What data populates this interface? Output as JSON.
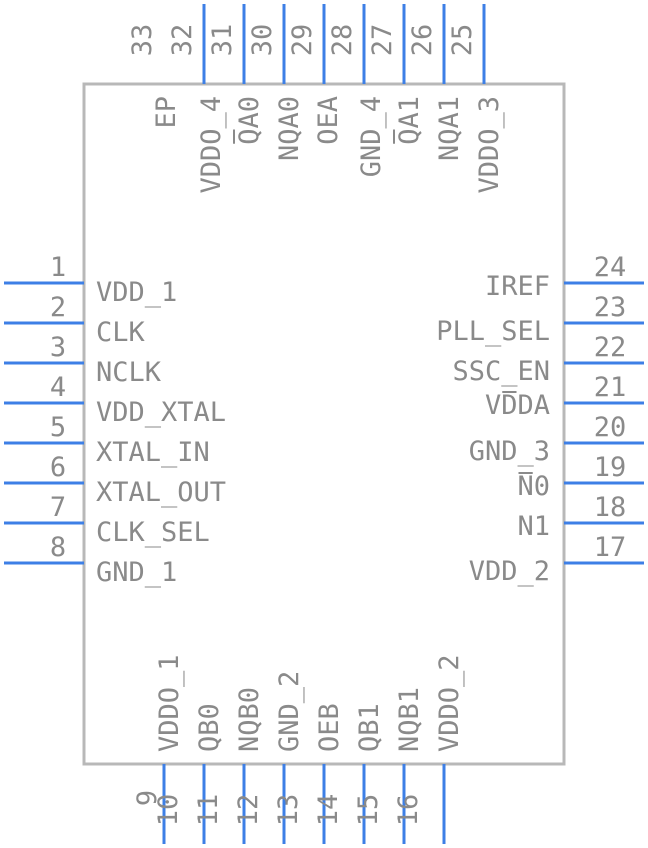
{
  "colors": {
    "pin": "#3d7fe6",
    "outline": "#b8b8b8",
    "text": "#8a8a8a"
  },
  "left_pins": [
    {
      "num": "1",
      "label": "VDD_1"
    },
    {
      "num": "2",
      "label": "CLK"
    },
    {
      "num": "3",
      "label": "NCLK"
    },
    {
      "num": "4",
      "label": "VDD_XTAL"
    },
    {
      "num": "5",
      "label": "XTAL_IN"
    },
    {
      "num": "6",
      "label": "XTAL_OUT"
    },
    {
      "num": "7",
      "label": "CLK_SEL"
    },
    {
      "num": "8",
      "label": "GND_1"
    }
  ],
  "right_pins": [
    {
      "num": "24",
      "label": "IREF"
    },
    {
      "num": "23",
      "label": "PLL_SEL"
    },
    {
      "num": "22",
      "label": "SSC_EN"
    },
    {
      "num": "21",
      "label": "VDDA"
    },
    {
      "num": "20",
      "label": "GND_3"
    },
    {
      "num": "19",
      "label": "N0"
    },
    {
      "num": "18",
      "label": "N1"
    },
    {
      "num": "17",
      "label": "VDD_2"
    }
  ],
  "bottom_pins": [
    {
      "num": "9",
      "label": ""
    },
    {
      "num": "10",
      "label": "VDDO_1"
    },
    {
      "num": "11",
      "label": "QB0"
    },
    {
      "num": "12",
      "label": "NQB0"
    },
    {
      "num": "13",
      "label": "GND_2"
    },
    {
      "num": "14",
      "label": "OEB"
    },
    {
      "num": "15",
      "label": "QB1"
    },
    {
      "num": "16",
      "label": "NQB1"
    },
    {
      "num": "",
      "label": "VDDO_2"
    }
  ],
  "top_pins": [
    {
      "num": "33",
      "label": "EP"
    },
    {
      "num": "32",
      "label": "VDDO_4"
    },
    {
      "num": "31",
      "label": "QA0"
    },
    {
      "num": "30",
      "label": "NQA0"
    },
    {
      "num": "29",
      "label": "OEA"
    },
    {
      "num": "28",
      "label": "GND_4"
    },
    {
      "num": "27",
      "label": "QA1"
    },
    {
      "num": "26",
      "label": "NQA1"
    },
    {
      "num": "25",
      "label": "VDDO_3"
    }
  ]
}
